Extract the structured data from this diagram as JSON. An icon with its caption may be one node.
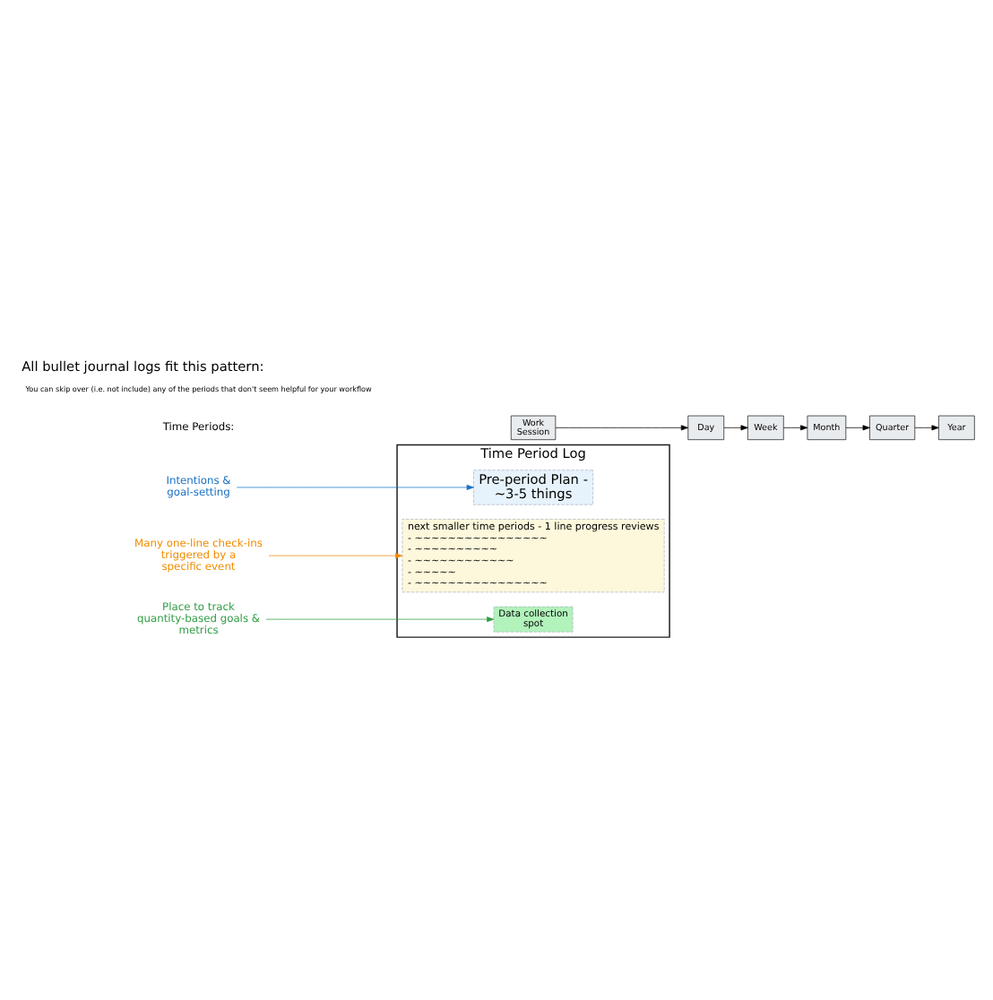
{
  "diagram": {
    "title": "All bullet journal logs fit this pattern:",
    "nodes": [
      {
        "text": [
          "Time Period Log"
        ]
      },
      {
        "text": [
          "Pre-period Plan - ~3-5 things"
        ],
        "in": 0
      },
      {
        "text": [
          "next smaller time periods - 1 line progress reviews",
          "- ~~~~~~~~~~~~~~~~",
          "- ~~~~~~~~~~",
          "- ~~~~~~~~~~~~",
          "- ~~~~~",
          "- ~~~~~~~~~~~~~~~~"
        ],
        "in": 0
      },
      {
        "text": [
          "Data collection spot"
        ],
        "in": 0
      },
      {
        "text": [
          "Intentions & goal-setting"
        ]
      },
      {
        "text": [
          "Many one-line check-ins triggered by a specific event"
        ]
      },
      {
        "text": [
          "Place to track quantity-based goals & metrics"
        ]
      },
      {
        "text": [
          "Work Session"
        ]
      },
      {
        "text": [
          "Day"
        ]
      },
      {
        "text": [
          "Week"
        ]
      },
      {
        "text": [
          "Month"
        ]
      },
      {
        "text": [
          "Quarter"
        ]
      },
      {
        "text": [
          "Year"
        ]
      }
    ],
    "edges": [
      {
        "from": 4,
        "to": 1,
        "arrow": "to",
        "color": "#1971c2"
      },
      {
        "from": 5,
        "to": 2,
        "arrow": "to",
        "color": "#f08c00"
      },
      {
        "from": 6,
        "to": 3,
        "arrow": "to",
        "color": "#2f9e44"
      },
      {
        "from": 7,
        "to": 8,
        "arrow": "to"
      },
      {
        "from": 8,
        "to": 9,
        "arrow": "to"
      },
      {
        "from": 9,
        "to": 10,
        "arrow": "to"
      },
      {
        "from": 10,
        "to": 11,
        "arrow": "to"
      },
      {
        "from": 11,
        "to": 12,
        "arrow": "to"
      }
    ],
    "labels": [
      "Time Periods:",
      "You can skip over (i.e. not include) any of the periods that don't seem helpful for your workflow"
    ]
  }
}
